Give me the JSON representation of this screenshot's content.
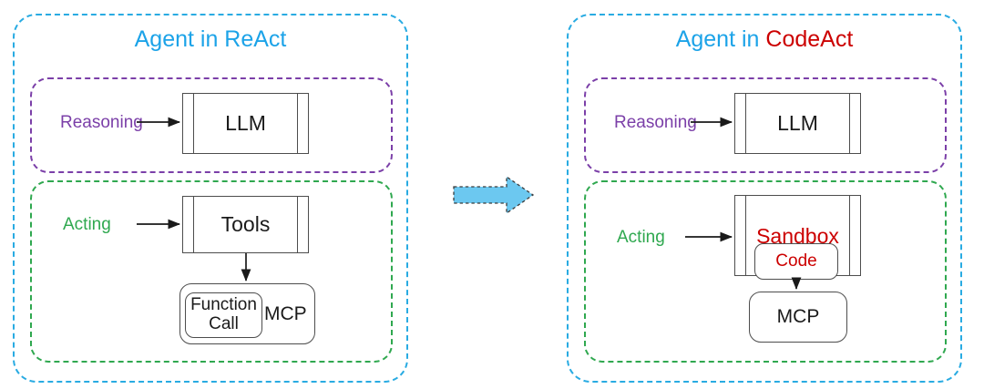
{
  "figure": {
    "panels": [
      {
        "id": "react",
        "title_prefix": "Agent in ",
        "title_highlight": "ReAct",
        "title_prefix_color": "#1ca3e8",
        "title_highlight_color": "#1ca3e8",
        "reasoning": {
          "group_label": "",
          "side_label": "Reasoning",
          "node": "LLM"
        },
        "acting": {
          "side_label": "Acting",
          "node": "Tools",
          "child": {
            "outer": "MCP",
            "inner": "Function Call"
          }
        }
      },
      {
        "id": "codeact",
        "title_prefix": "Agent in ",
        "title_highlight": "CodeAct",
        "title_prefix_color": "#1ca3e8",
        "title_highlight_color": "#cc0000",
        "reasoning": {
          "side_label": "Reasoning",
          "node": "LLM"
        },
        "acting": {
          "side_label": "Acting",
          "node": "Sandbox",
          "inner": "Code",
          "child": {
            "outer": "MCP"
          }
        }
      }
    ],
    "transition_arrow": {
      "icon": "right-arrow-icon",
      "fill": "#6cc8f0",
      "stroke": "#3a3a3a"
    },
    "colors": {
      "outer_boundary": "#29abe2",
      "reasoning_group": "#7b3fa8",
      "acting_group": "#2fa84f",
      "node_stroke": "#4d4d4d",
      "accent_red": "#cc0000",
      "accent_blue": "#1ca3e8"
    }
  }
}
